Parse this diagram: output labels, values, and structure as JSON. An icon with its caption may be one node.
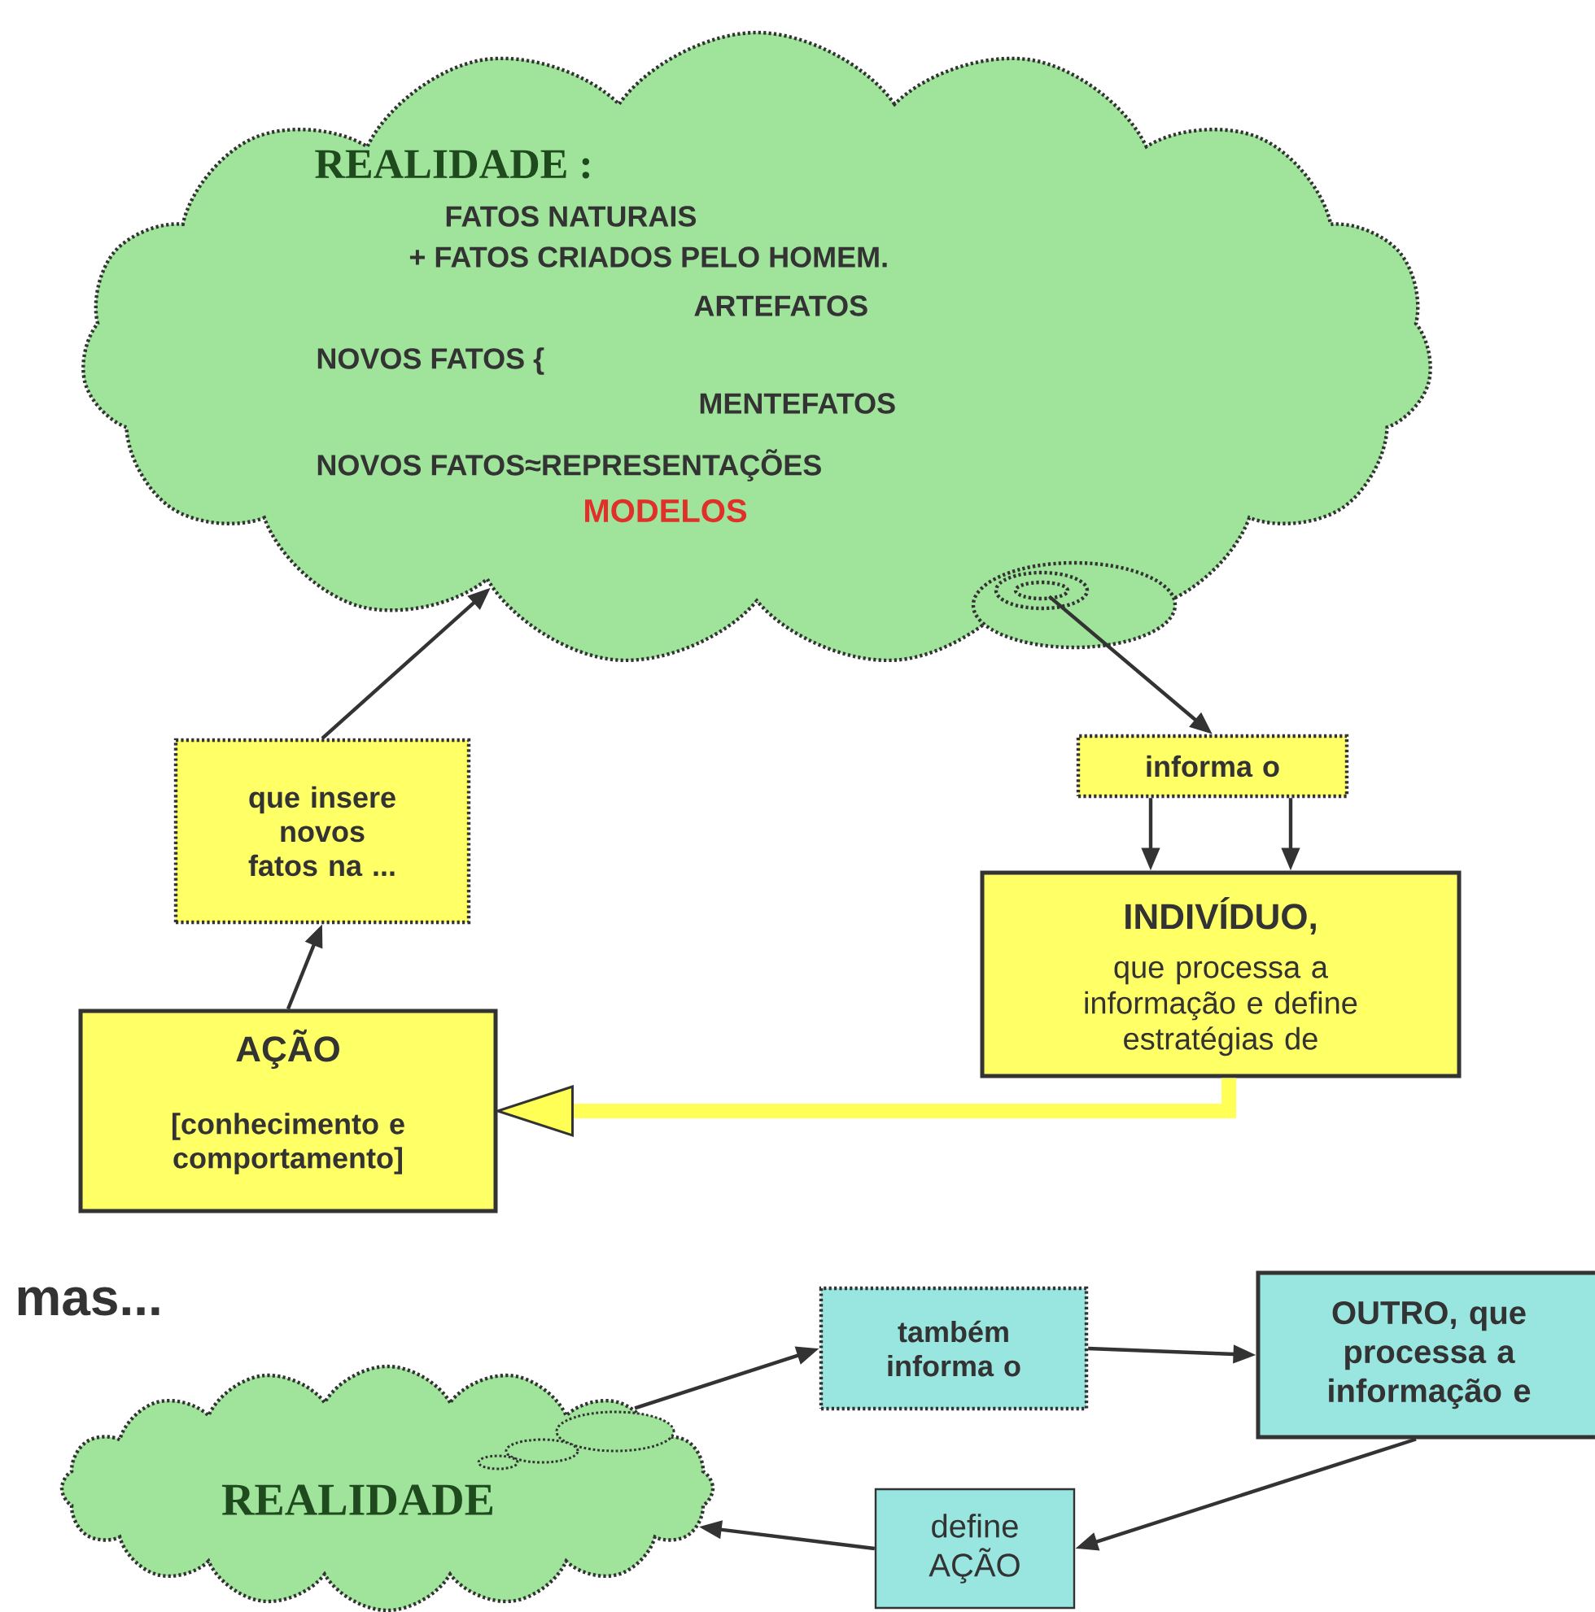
{
  "diagram": {
    "nodes": [
      {
        "text": [
          "REALIDADE :",
          "FATOS NATURAIS",
          "+ FATOS CRIADOS PELO HOMEM.",
          "ARTEFATOS",
          "NOVOS FATOS {",
          "MENTEFATOS",
          "NOVOS FATOS≈REPRESENTAÇÕES",
          "MODELOS"
        ]
      },
      {
        "text": [
          "que insere novos fatos na ..."
        ]
      },
      {
        "text": [
          "informa o"
        ]
      },
      {
        "text": [
          "INDIVÍDUO,",
          "que processa a informação e define estratégias de"
        ]
      },
      {
        "text": [
          "AÇÃO",
          "[conhecimento e comportamento]"
        ]
      },
      {
        "text": [
          "REALIDADE"
        ]
      },
      {
        "text": [
          "também informa o"
        ]
      },
      {
        "text": [
          "OUTRO, que processa a informação e"
        ]
      },
      {
        "text": [
          "define AÇÃO"
        ]
      }
    ],
    "edges": [
      {
        "from": 4,
        "to": 1,
        "arrow": "to"
      },
      {
        "from": 1,
        "to": 0,
        "arrow": "to"
      },
      {
        "from": 0,
        "to": 2,
        "arrow": "to"
      },
      {
        "from": 2,
        "to": 3,
        "arrow": "to"
      },
      {
        "from": 2,
        "to": 3,
        "arrow": "to"
      },
      {
        "from": 3,
        "to": 4,
        "arrow": "to",
        "style": "thick",
        "color": "#ffff55"
      },
      {
        "from": 5,
        "to": 6,
        "arrow": "to"
      },
      {
        "from": 6,
        "to": 7,
        "arrow": "to"
      },
      {
        "from": 7,
        "to": 8,
        "arrow": "to"
      },
      {
        "from": 8,
        "to": 5,
        "arrow": "to"
      }
    ],
    "labels": [
      "mas..."
    ]
  }
}
